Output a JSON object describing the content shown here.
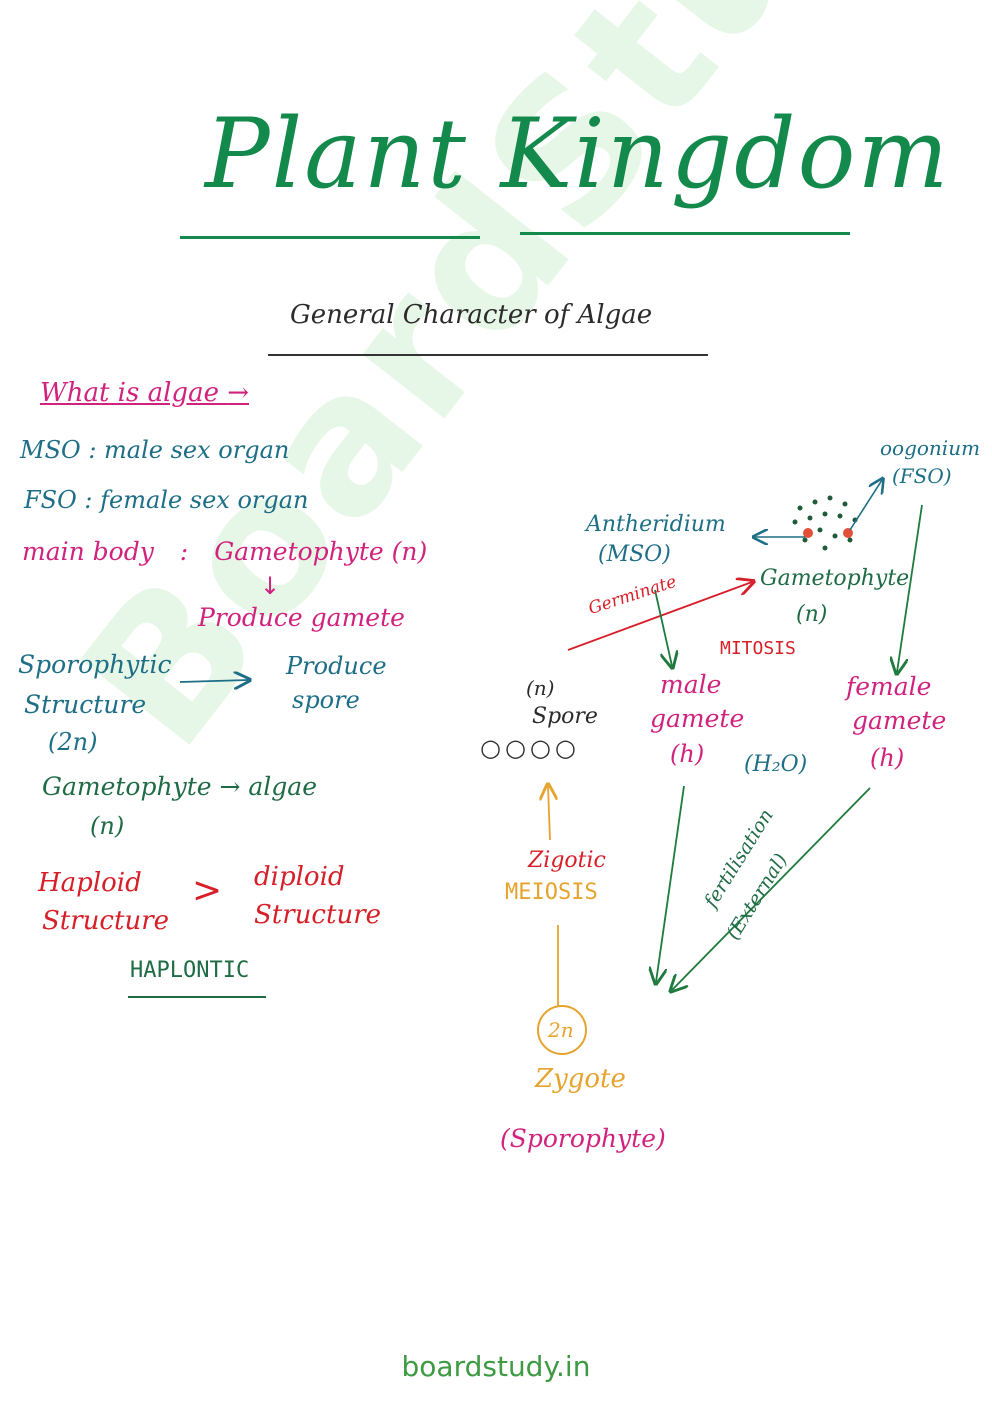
{
  "page": {
    "title": "Plant Kingdom",
    "subtitle": "General Character of Algae",
    "watermark": "BoardStudy",
    "footer": "boardstudy.in"
  },
  "notes": {
    "what_is_algae": "What is algae",
    "arrow": "→",
    "mso": "MSO : male sex organ",
    "fso": "FSO : female sex organ",
    "main_body_label": "main body",
    "colon": ":",
    "main_body_value": "Gametophyte (n)",
    "down_arrow": "↓",
    "produce_gamete": "Produce gamete",
    "sporophytic_1": "Sporophytic",
    "sporophytic_2": "Structure",
    "sporophytic_3": "(2n)",
    "produce_spore_1": "Produce",
    "produce_spore_2": "spore",
    "gametophyte_algae": "Gametophyte → algae",
    "gametophyte_n": "(n)",
    "haploid_1": "Haploid",
    "haploid_2": "Structure",
    "greater": ">",
    "diploid_1": "diploid",
    "diploid_2": "Structure",
    "haplontic": "HAPLONTIC"
  },
  "diagram": {
    "oogonium_1": "oogonium",
    "oogonium_2": "(FSO)",
    "antheridium_1": "Antheridium",
    "antheridium_2": "(MSO)",
    "gametophyte_1": "Gametophyte",
    "gametophyte_2": "(n)",
    "germinate": "Germinate",
    "mitosis": "MITOSIS",
    "spore_n": "(n)",
    "spore": "Spore",
    "spore_circles": "○○○○",
    "male_1": "male",
    "male_2": "gamete",
    "male_3": "(h)",
    "female_1": "female",
    "female_2": "gamete",
    "female_3": "(h)",
    "water": "(H₂O)",
    "fert_1": "fertilisation",
    "fert_2": "(External)",
    "zigotic": "Zigotic",
    "meiosis": "MEIOSIS",
    "two_n": "2n",
    "zygote": "Zygote",
    "sporophyte": "(Sporophyte)"
  },
  "colors": {
    "title": "#138a4c",
    "teal": "#1d6e86",
    "pink": "#d0237d",
    "red": "#d61f28",
    "dark_green": "#1f6b45",
    "gold": "#e6a32d",
    "watermark": "#46be46"
  }
}
